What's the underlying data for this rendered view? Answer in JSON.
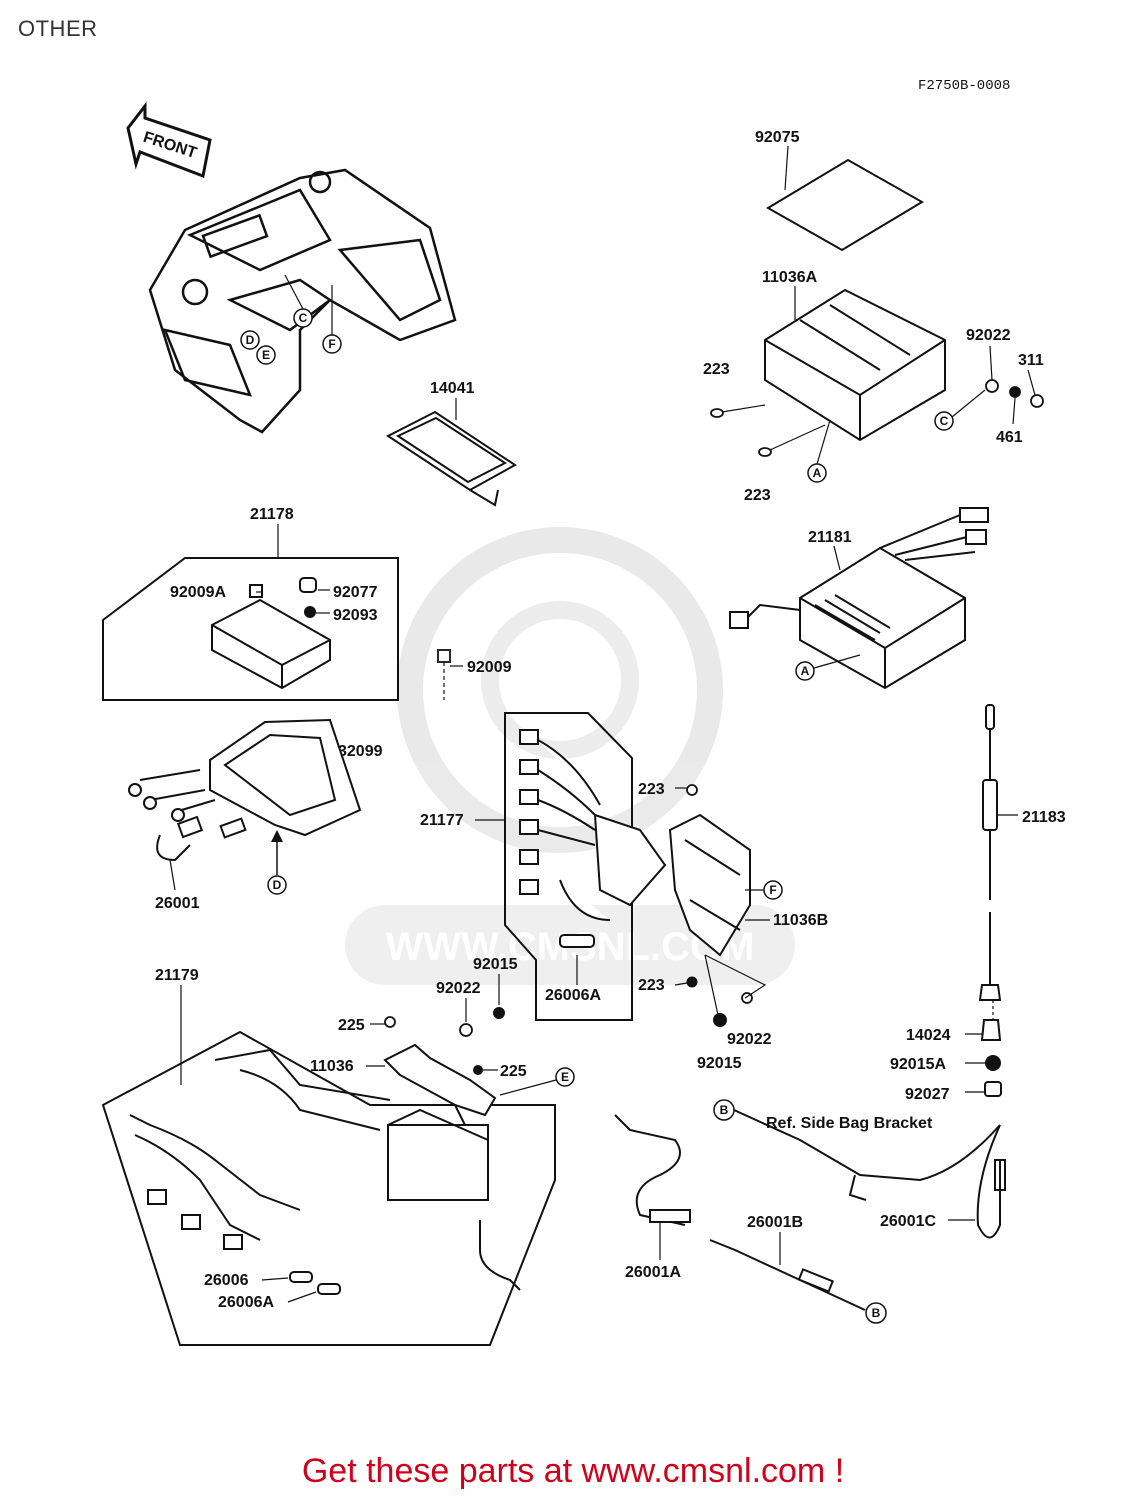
{
  "header": {
    "title": "OTHER",
    "diagram_code": "F2750B-0008"
  },
  "front_arrow_label": "FRONT",
  "watermark_text": "WWW.CMSNL.COM",
  "labels": {
    "l92075": "92075",
    "l11036A": "11036A",
    "l92022a": "92022",
    "l311": "311",
    "l223a": "223",
    "l461": "461",
    "l223b": "223",
    "l14041": "14041",
    "l21178": "21178",
    "l92009A": "92009A",
    "l92077": "92077",
    "l92093": "92093",
    "l92009": "92009",
    "l21181": "21181",
    "l32099": "32099",
    "l26001": "26001",
    "l21177": "21177",
    "l223c": "223",
    "l11036B": "11036B",
    "l223d": "223",
    "l26006A": "26006A",
    "l92015a": "92015",
    "l92022b": "92022",
    "l21179": "21179",
    "l225a": "225",
    "l11036": "11036",
    "l225b": "225",
    "l92022c": "92022",
    "l92015b": "92015",
    "l21183": "21183",
    "l14024": "14024",
    "l92015A": "92015A",
    "l92027": "92027",
    "lRef": "Ref. Side Bag Bracket",
    "l26001C": "26001C",
    "l26001B": "26001B",
    "l26001A": "26001A",
    "l26006": "26006",
    "l26006A2": "26006A"
  },
  "callouts": {
    "c_C1": "C",
    "c_D1": "D",
    "c_E1": "E",
    "c_F1": "F",
    "c_C2": "C",
    "c_A1": "A",
    "c_A2": "A",
    "c_D2": "D",
    "c_F2": "F",
    "c_E2": "E",
    "c_B1": "B",
    "c_B2": "B"
  },
  "footer": {
    "text": "Get these parts at www.cmsnl.com !"
  },
  "colors": {
    "footer": "#d0021b",
    "ink": "#111111",
    "watermark": "#dcdcdc"
  }
}
